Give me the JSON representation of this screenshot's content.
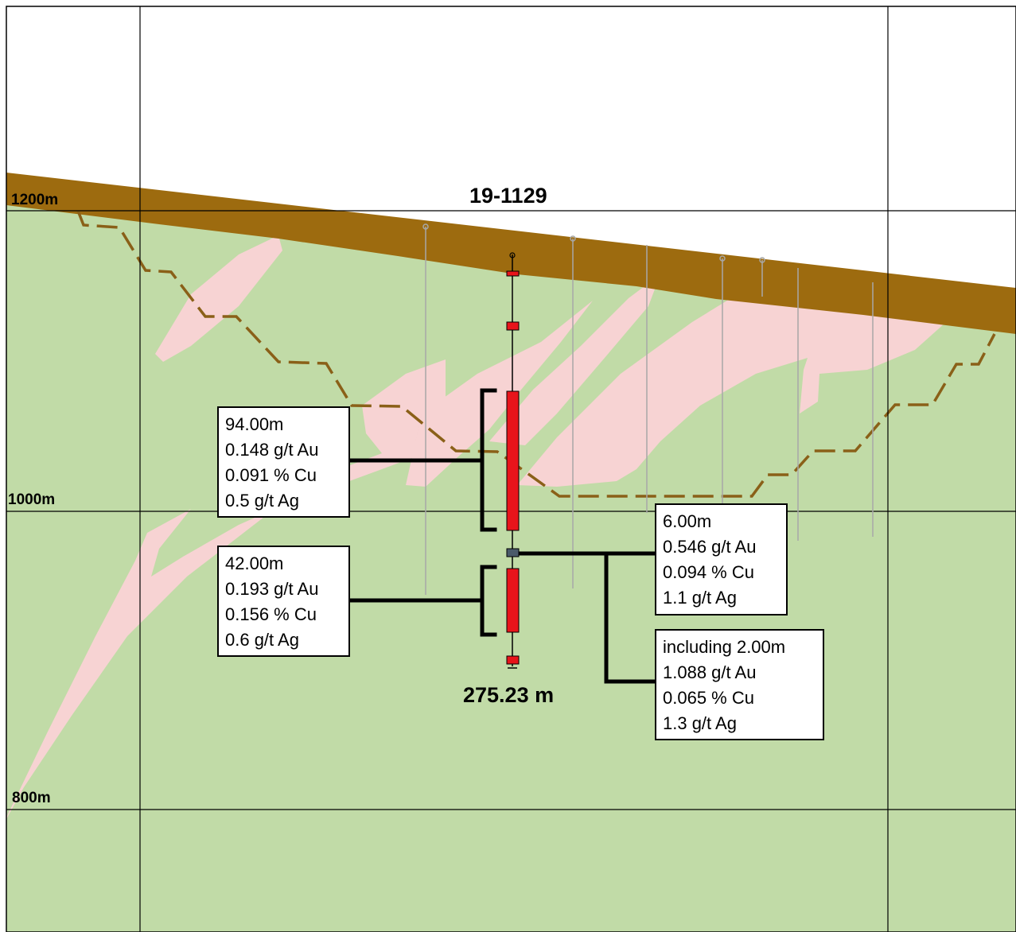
{
  "section": {
    "hole_id": "19-1129",
    "end_of_hole_depth": "275.23 m",
    "elevation_labels": [
      "1200m",
      "1000m",
      "800m"
    ]
  },
  "intercepts": [
    {
      "interval": "94.00m",
      "au": "0.148 g/t Au",
      "cu": "0.091 % Cu",
      "ag": "0.5 g/t Ag"
    },
    {
      "interval": "42.00m",
      "au": "0.193 g/t Au",
      "cu": "0.156 % Cu",
      "ag": "0.6 g/t Ag"
    },
    {
      "interval": "6.00m",
      "au": "0.546 g/t Au",
      "cu": "0.094 % Cu",
      "ag": "1.1 g/t Ag"
    },
    {
      "interval": "including 2.00m",
      "au": "1.088 g/t Au",
      "cu": "0.065 % Cu",
      "ag": "1.3 g/t Ag"
    }
  ],
  "colors": {
    "host_rock": "#c1dba7",
    "intrusive": "#f7d3d3",
    "overburden": "#9d6b0f",
    "pit_outline": "#8a6018",
    "mineralized_interval": "#e8141b",
    "grid": "#000000"
  }
}
